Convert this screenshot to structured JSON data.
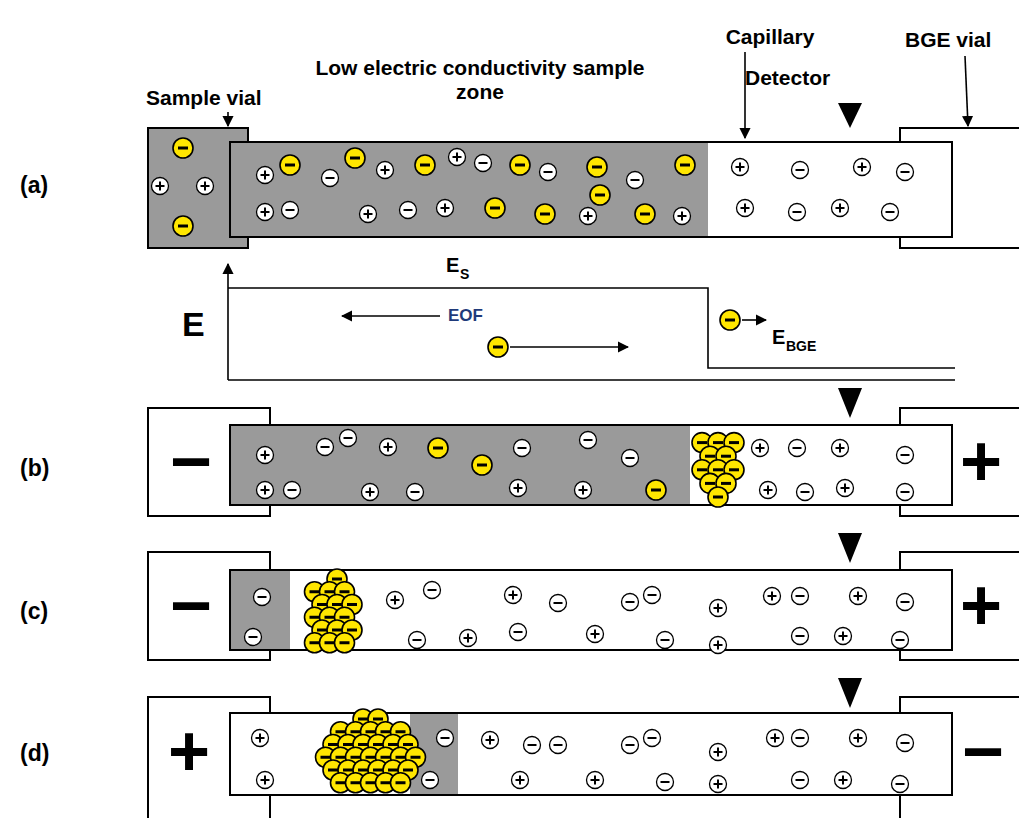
{
  "diagram": {
    "labels": [
      "Sample vial",
      "Capillary",
      "BGE vial",
      "Low electric conductivity sample zone",
      "Detector",
      "(a)",
      "E",
      "E",
      "S",
      "EOF",
      "E",
      "BGE",
      "(b)",
      "−",
      "+",
      "(c)",
      "−",
      "+",
      "(d)",
      "+",
      "−"
    ]
  }
}
